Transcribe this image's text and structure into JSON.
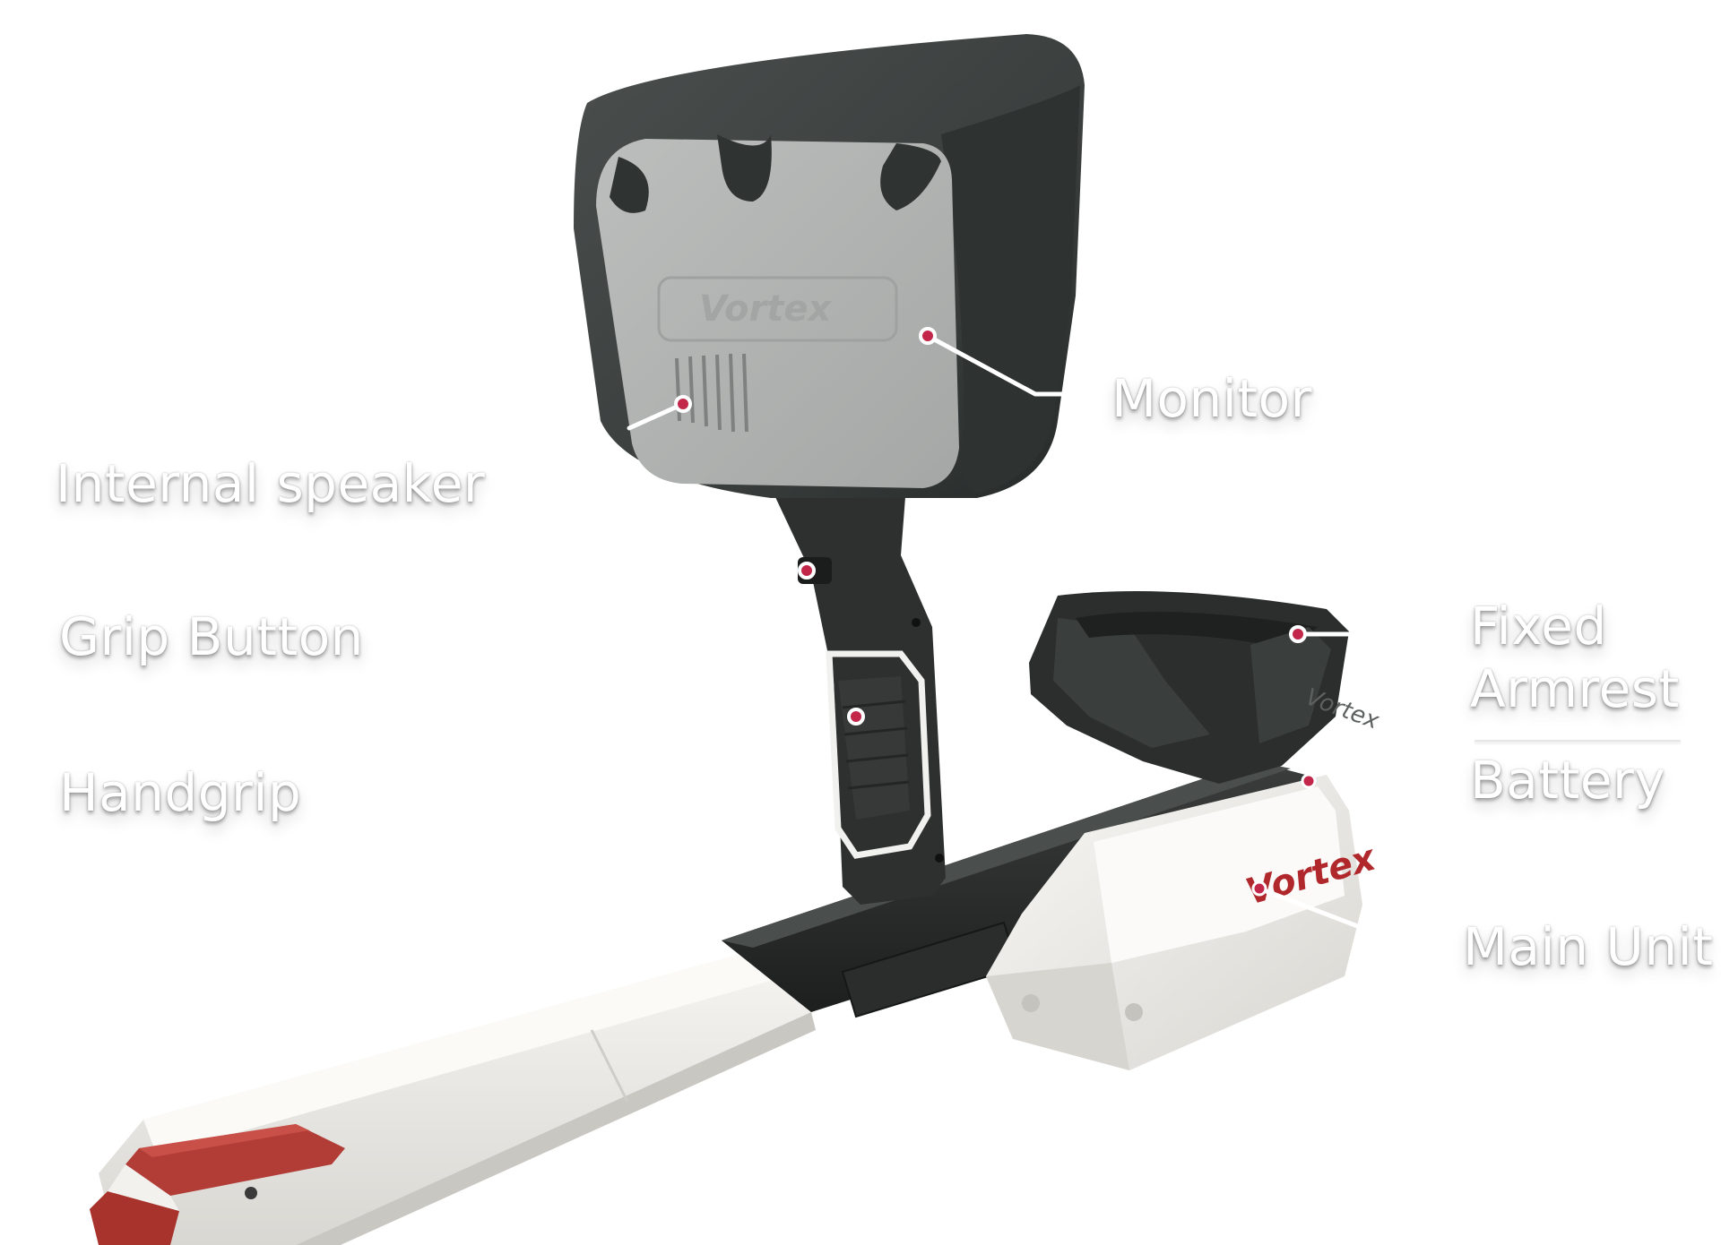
{
  "product": {
    "name": "Vortex",
    "logo_text": "Vortex"
  },
  "labels": {
    "monitor": "Monitor",
    "internal_speaker": "Internal speaker",
    "grip_button": "Grip Button",
    "handgrip": "Handgrip",
    "fixed_armrest_line1": "Fixed",
    "fixed_armrest_line2": "Armrest",
    "battery": "Battery",
    "main_unit": "Main Unit"
  },
  "colors": {
    "hotspot": "#c2274a",
    "callout_line": "#ffffff",
    "monitor_shell": "#3d4140",
    "monitor_face": "#b2b4b3",
    "shaft_white": "#ecebe7",
    "accent_red": "#a8332d"
  }
}
